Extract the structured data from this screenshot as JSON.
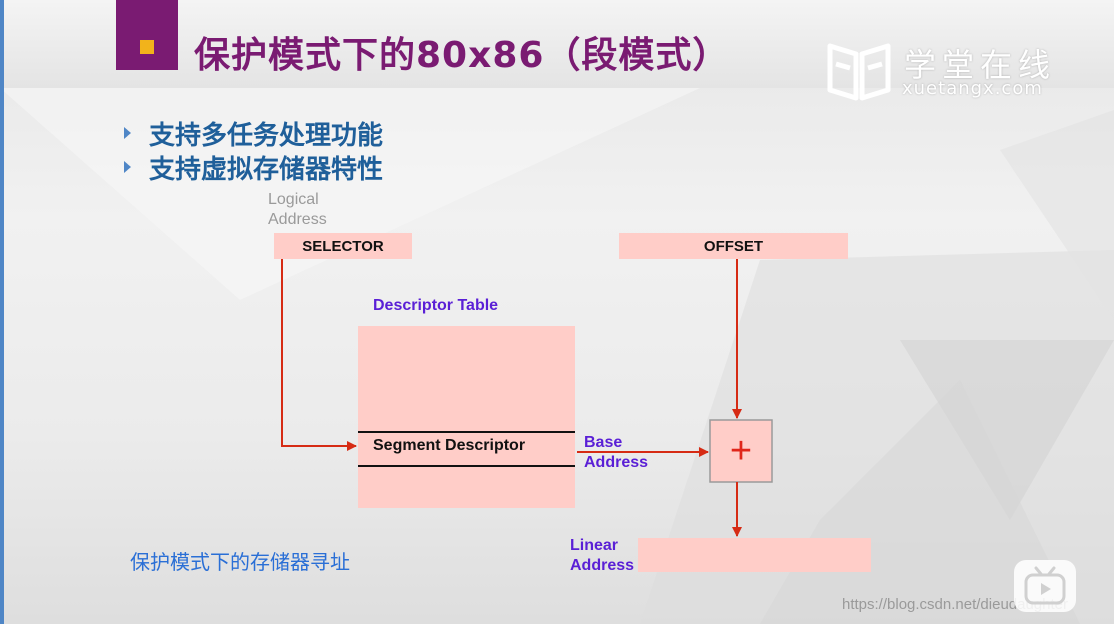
{
  "slide": {
    "title": "保护模式下的80x86（段模式）",
    "colors": {
      "title": "#7a1b72",
      "accent": "#f2b31b",
      "bullet_text": "#1f5f9a",
      "box_fill": "#ffcdc8",
      "arrow": "#d62b14",
      "diagram_label": "#5a1fd6",
      "caption": "#2a6fd6"
    }
  },
  "logo": {
    "icon": "xuetangx-book-icon",
    "name_cn": "学堂在线",
    "name_en": "xuetangx.com"
  },
  "bullets": [
    {
      "text": "支持多任务处理功能"
    },
    {
      "text": "支持虚拟存储器特性"
    }
  ],
  "diagram": {
    "logical_address_line1": "Logical",
    "logical_address_line2": "Address",
    "selector": "SELECTOR",
    "offset": "OFFSET",
    "descriptor_table": "Descriptor Table",
    "segment_descriptor": "Segment Descriptor",
    "base_address_line1": "Base",
    "base_address_line2": "Address",
    "adder_symbol": "+",
    "linear_address_line1": "Linear",
    "linear_address_line2": "Address"
  },
  "caption": "保护模式下的存储器寻址",
  "watermark": "https://blog.csdn.net/dieudaughter",
  "player": {
    "icon": "bilibili-tv-icon"
  }
}
